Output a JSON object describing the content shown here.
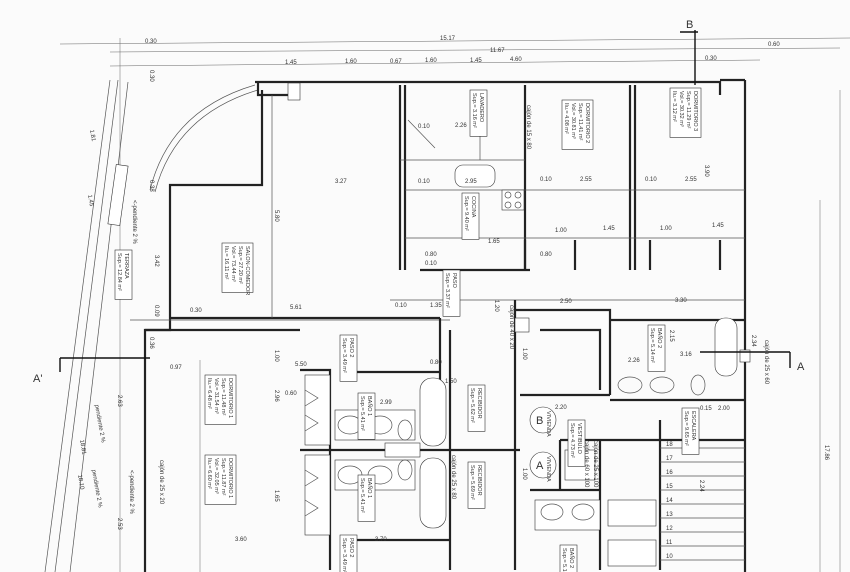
{
  "drawing": {
    "section_marks": [
      "A",
      "A'",
      "B"
    ],
    "dimensions": [
      "0.30",
      "15.17",
      "11.67",
      "0.60",
      "1.45",
      "1.60",
      "0.67",
      "1.60",
      "1.45",
      "4.60",
      "0.30",
      "0.30",
      "3.27",
      "5.80",
      "0.38",
      "3.42",
      "0.09",
      "0.30",
      "5.61",
      "0.10",
      "1.35",
      "2.26",
      "0.10",
      "0.10",
      "2.95",
      "2.55",
      "2.55",
      "0.10",
      "0.10",
      "1.00",
      "1.45",
      "1.00",
      "1.45",
      "3.90",
      "1.65",
      "0.80",
      "0.80",
      "0.10",
      "1.20",
      "2.50",
      "3.30",
      "0.36",
      "0.97",
      "1.00",
      "5.50",
      "0.80",
      "2.96",
      "2.99",
      "1.50",
      "0.60",
      "1.65",
      "3.70",
      "3.60",
      "2.63",
      "2.53",
      "2.15",
      "1.00",
      "1.00",
      "2.20",
      "3.16",
      "2.26",
      "0.15",
      "2.00",
      "17.86",
      "2.34",
      "2.24",
      "1.81",
      "1.45",
      "18.81",
      "18.10"
    ],
    "rooms": [
      {
        "lines": [
          "TERRAZA",
          "Sup.= 12.84 m²"
        ]
      },
      {
        "lines": [
          "SALON-COMEDOR",
          "Sup.= 27.20 m²",
          "Vol.= 73.44 m³",
          "Ilu.= 16.11 m²"
        ]
      },
      {
        "lines": [
          "LAVADERO",
          "Sup.= 3.16 m²"
        ]
      },
      {
        "lines": [
          "COCINA",
          "Sup.= 9.40 m²"
        ]
      },
      {
        "lines": [
          "DORMITORIO 2",
          "Sup.= 11.41 m²",
          "Vol.= 30.81 m³",
          "Ilu.= 4.08 m²"
        ]
      },
      {
        "lines": [
          "DORMITORIO 3",
          "Sup.= 11.29 m²",
          "Vol.= 30.32 m³",
          "Ilu.= 3.12 m²"
        ]
      },
      {
        "lines": [
          "PASO",
          "Sup.= 3.37 m²"
        ]
      },
      {
        "lines": [
          "PASO 2",
          "Sup.= 3.49 m²"
        ]
      },
      {
        "lines": [
          "DORMITORIO 1",
          "Sup.= 11.48 m²",
          "Vol.= 31.54 m³",
          "Ilu.= 6.48 m²"
        ]
      },
      {
        "lines": [
          "DORMITORIO 1",
          "Sup.= 11.87 m²",
          "Vol.= 32.05 m³",
          "Ilu.= 6.60 m²"
        ]
      },
      {
        "lines": [
          "BAÑO 1",
          "Sup.= 5.41 m²"
        ]
      },
      {
        "lines": [
          "BAÑO 1",
          "Sup.= 5.41 m²"
        ]
      },
      {
        "lines": [
          "RECIBIDOR",
          "Sup.= 5.62 m²"
        ]
      },
      {
        "lines": [
          "RECIBIDOR",
          "Sup.= 5.69 m²"
        ]
      },
      {
        "lines": [
          "BAÑO 2",
          "Sup.= 5.14 m²"
        ]
      },
      {
        "lines": [
          "VESTIBULO",
          "Sup.= 4.73 m²"
        ]
      },
      {
        "lines": [
          "ESCALERA",
          "Sup.= 9.65 m²"
        ]
      },
      {
        "lines": [
          "PASO 2",
          "Sup.= 3.49 m²"
        ]
      },
      {
        "lines": [
          "BAÑO 2",
          "Sup.= 5.14 m²"
        ]
      }
    ],
    "notes": [
      "<-pendiente 2 %",
      "pendiente 2 %",
      "pendiente 2 %",
      "<-pendiente 2 %",
      "cajón de 15 x 80",
      "cajón de 40 x 20",
      "cajón de 25 x 60",
      "cajón de 60 x 100",
      "cajón de 25 x 100",
      "cajón de 25 x 80",
      "cajón de 25 x 20"
    ],
    "units": [
      {
        "label": "VIVIENDA",
        "letter": "B"
      },
      {
        "label": "VIVIENDA",
        "letter": "A"
      }
    ],
    "stair_steps": [
      "18",
      "17",
      "16",
      "15",
      "14",
      "13",
      "12",
      "11",
      "10"
    ]
  }
}
